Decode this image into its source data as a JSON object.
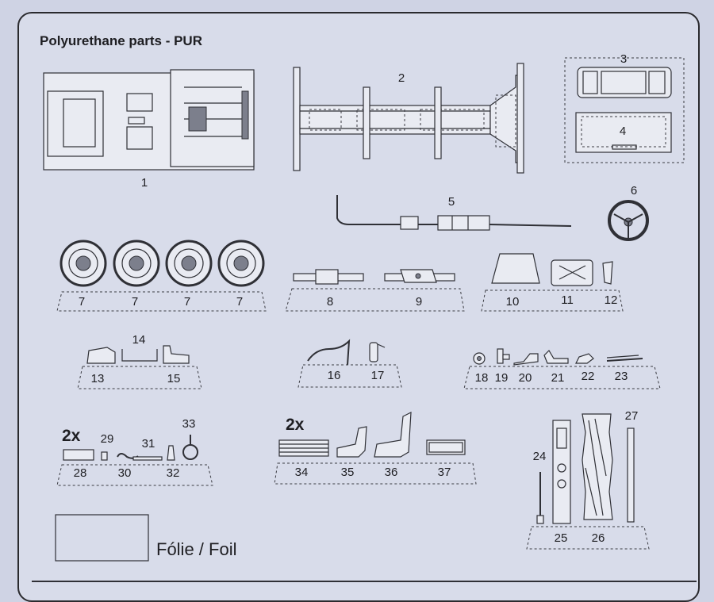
{
  "sheet": {
    "title": "Polyurethane parts - PUR",
    "foil_label": "Fólie / Foil",
    "multiplier_left": "2x",
    "multiplier_mid": "2x"
  },
  "parts": {
    "p1": "1",
    "p2": "2",
    "p3": "3",
    "p4": "4",
    "p5": "5",
    "p6": "6",
    "p7a": "7",
    "p7b": "7",
    "p7c": "7",
    "p7d": "7",
    "p8": "8",
    "p9": "9",
    "p10": "10",
    "p11": "11",
    "p12": "12",
    "p13": "13",
    "p14": "14",
    "p15": "15",
    "p16": "16",
    "p17": "17",
    "p18": "18",
    "p19": "19",
    "p20": "20",
    "p21": "21",
    "p22": "22",
    "p23": "23",
    "p24": "24",
    "p25": "25",
    "p26": "26",
    "p27": "27",
    "p28": "28",
    "p29": "29",
    "p30": "30",
    "p31": "31",
    "p32": "32",
    "p33": "33",
    "p34": "34",
    "p35": "35",
    "p36": "36",
    "p37": "37"
  }
}
